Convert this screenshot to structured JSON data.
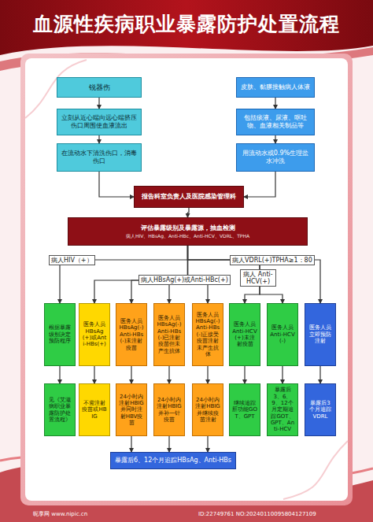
{
  "diagram": {
    "title": "血源性疾病职业暴露防护处置流程",
    "nodes": [
      {
        "text": [
          "锐器伤"
        ]
      },
      {
        "text": [
          "立刻从近心端向远心端挤压伤口周围使血液流出"
        ]
      },
      {
        "text": [
          "在流动水下清洗伤口，消毒伤口"
        ]
      },
      {
        "text": [
          "皮肤、黏膜接触病人体液"
        ]
      },
      {
        "text": [
          "包括痰液、尿液、呕吐物、血液相关制品等"
        ]
      },
      {
        "text": [
          "用流动水或0.9%生理盐水冲洗"
        ]
      },
      {
        "text": [
          "报告科室负责人及医院感染管理科"
        ]
      },
      {
        "text": [
          "评估暴露级别及暴露源，抽血检测",
          "病人HIV、HBsAg、Anti-HBc、Anti-HCV、VDRL、TPHA"
        ]
      },
      {
        "text": [
          "根据暴露级别决定预防程序"
        ]
      },
      {
        "text": [
          "医务人员HBsAg(+)或Anti-HBs(+)"
        ]
      },
      {
        "text": [
          "医务人员HBsAg(-)Anti-HBs(-)未注射疫苗"
        ]
      },
      {
        "text": [
          "医务人员HBsAg(-)Anti-HBs(-)已注射疫苗但未产生抗体"
        ]
      },
      {
        "text": [
          "医务人员HBsAg(-)Anti-HBs(-)正接受疫苗注射未产生抗体"
        ]
      },
      {
        "text": [
          "医务人员Anti-HCV(+)未注射疫苗"
        ]
      },
      {
        "text": [
          "医务人员Anti-HCV(-)"
        ]
      },
      {
        "text": [
          "医务人员立即预防注射"
        ]
      },
      {
        "text": [
          "见《艾滋病职业暴露防护处置流程》"
        ]
      },
      {
        "text": [
          "不需注射疫苗或HBIG"
        ]
      },
      {
        "text": [
          "24小时内注射HBIG并同时注射HBV疫苗"
        ]
      },
      {
        "text": [
          "24小时内注射HBIG并补一针疫苗"
        ]
      },
      {
        "text": [
          "24小时内注射HBIG并继续疫苗注射"
        ]
      },
      {
        "text": [
          "继续追踪肝功能GOT、GPT"
        ]
      },
      {
        "text": [
          "暴露后3、6、9、12个月定期追踪GOT、GPT、Anti-HCV"
        ]
      },
      {
        "text": [
          "暴露后3个月追踪VDRL"
        ]
      },
      {
        "text": [
          "暴露后6、12个月追踪HBsAg、Anti-HBs"
        ]
      }
    ],
    "edges": [
      {
        "from": 0,
        "to": 1,
        "arrow": "to"
      },
      {
        "from": 1,
        "to": 2,
        "arrow": "to"
      },
      {
        "from": 3,
        "to": 4,
        "arrow": "to"
      },
      {
        "from": 4,
        "to": 5,
        "arrow": "to"
      },
      {
        "from": 2,
        "to": 6,
        "arrow": "to"
      },
      {
        "from": 5,
        "to": 6,
        "arrow": "to"
      },
      {
        "from": 6,
        "to": 7,
        "arrow": "to"
      },
      {
        "from": 7,
        "to": 8,
        "arrow": "to"
      },
      {
        "from": 7,
        "to": 9,
        "arrow": "to"
      },
      {
        "from": 7,
        "to": 10,
        "arrow": "to"
      },
      {
        "from": 7,
        "to": 11,
        "arrow": "to"
      },
      {
        "from": 7,
        "to": 12,
        "arrow": "to"
      },
      {
        "from": 7,
        "to": 13,
        "arrow": "to"
      },
      {
        "from": 7,
        "to": 14,
        "arrow": "to"
      },
      {
        "from": 7,
        "to": 15,
        "arrow": "to"
      },
      {
        "from": 8,
        "to": 16,
        "arrow": "to"
      },
      {
        "from": 9,
        "to": 17,
        "arrow": "to"
      },
      {
        "from": 10,
        "to": 18,
        "arrow": "to"
      },
      {
        "from": 11,
        "to": 19,
        "arrow": "to"
      },
      {
        "from": 12,
        "to": 20,
        "arrow": "to"
      },
      {
        "from": 13,
        "to": 21,
        "arrow": "to"
      },
      {
        "from": 14,
        "to": 22,
        "arrow": "to"
      },
      {
        "from": 15,
        "to": 23,
        "arrow": "to"
      },
      {
        "from": 18,
        "to": 24,
        "arrow": "to"
      },
      {
        "from": 19,
        "to": 24,
        "arrow": "to"
      },
      {
        "from": 20,
        "to": 24,
        "arrow": "to"
      }
    ],
    "labels": [
      "病人HIV（+）",
      "病人HBsAg(+)或Anti-HBc(+)",
      "病人VDRL(+)TPHA≥1：80",
      "病人 Anti-HCV(+)",
      "昵享网 www.nipic.cn",
      "ID:22749761 NO:20240110095804127109"
    ]
  }
}
